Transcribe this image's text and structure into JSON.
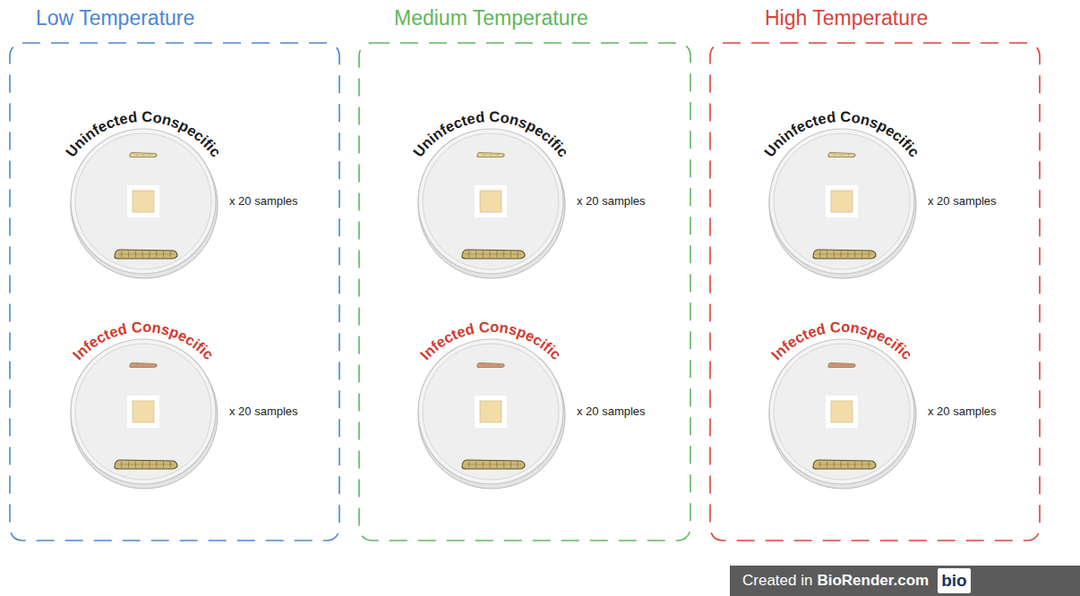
{
  "diagram": {
    "nodes": [
      {
        "text": [
          "Low Temperature"
        ]
      },
      {
        "text": [
          "Uninfected Conspecific",
          "x 20 samples"
        ],
        "in": 0
      },
      {
        "text": [
          "Infected Conspecific",
          "x 20 samples"
        ],
        "in": 0
      },
      {
        "text": [
          "Medium Temperature"
        ]
      },
      {
        "text": [
          "Uninfected Conspecific",
          "x 20 samples"
        ],
        "in": 3
      },
      {
        "text": [
          "Infected Conspecific",
          "x 20 samples"
        ],
        "in": 3
      },
      {
        "text": [
          "High Temperature"
        ]
      },
      {
        "text": [
          "Uninfected Conspecific",
          "x 20 samples"
        ],
        "in": 6
      },
      {
        "text": [
          "Infected Conspecific",
          "x 20 samples"
        ],
        "in": 6
      },
      {
        "text": [
          "Created in",
          "BioRender.com",
          "bio"
        ]
      }
    ]
  }
}
